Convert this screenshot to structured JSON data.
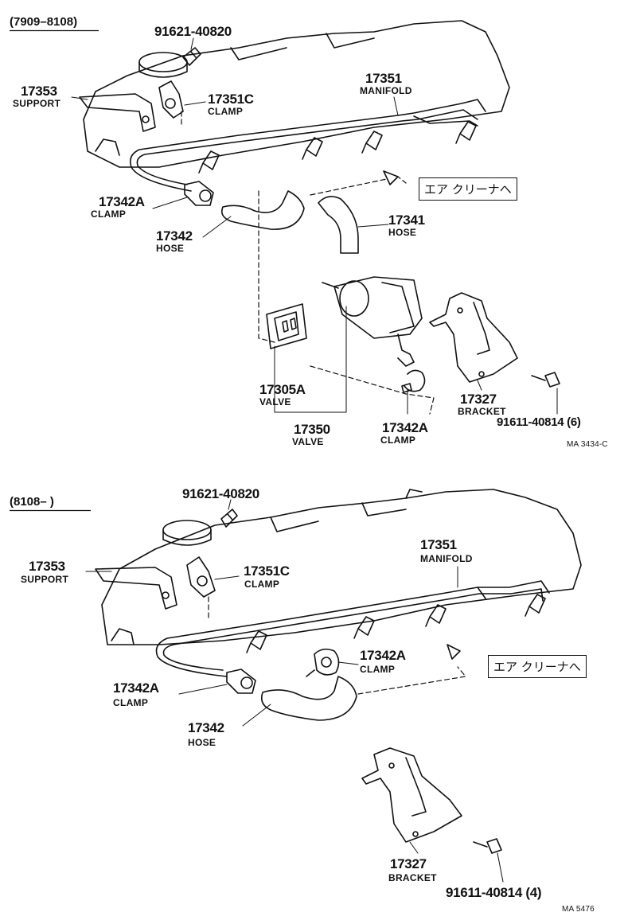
{
  "top": {
    "period": "(7909–8108)",
    "labels": {
      "bolt_9162": "91621-40820",
      "support_pn": "17353",
      "support_nm": "SUPPORT",
      "clamp1_pn": "17351C",
      "clamp1_nm": "CLAMP",
      "manifold_pn": "17351",
      "manifold_nm": "MANIFOLD",
      "clamp2_pn": "17342A",
      "clamp2_nm": "CLAMP",
      "hose1_pn": "17342",
      "hose1_nm": "HOSE",
      "hose2_pn": "17341",
      "hose2_nm": "HOSE",
      "valve1_pn": "17305A",
      "valve1_nm": "VALVE",
      "valve2_pn": "17350",
      "valve2_nm": "VALVE",
      "clamp3_pn": "17342A",
      "clamp3_nm": "CLAMP",
      "bracket_pn": "17327",
      "bracket_nm": "BRACKET",
      "bolt_9161": "91611-40814 (6)"
    },
    "air_cleaner": "エア クリーナへ",
    "ref": "MA 3434-C"
  },
  "bottom": {
    "period": "(8108–      )",
    "labels": {
      "bolt_9162": "91621-40820",
      "support_pn": "17353",
      "support_nm": "SUPPORT",
      "clamp1_pn": "17351C",
      "clamp1_nm": "CLAMP",
      "manifold_pn": "17351",
      "manifold_nm": "MANIFOLD",
      "clamp2_pn": "17342A",
      "clamp2_nm": "CLAMP",
      "clamp3_pn": "17342A",
      "clamp3_nm": "CLAMP",
      "hose1_pn": "17342",
      "hose1_nm": "HOSE",
      "bracket_pn": "17327",
      "bracket_nm": "BRACKET",
      "bolt_9161": "91611-40814 (4)"
    },
    "air_cleaner": "エア クリーナへ",
    "ref": "MA 5476"
  }
}
